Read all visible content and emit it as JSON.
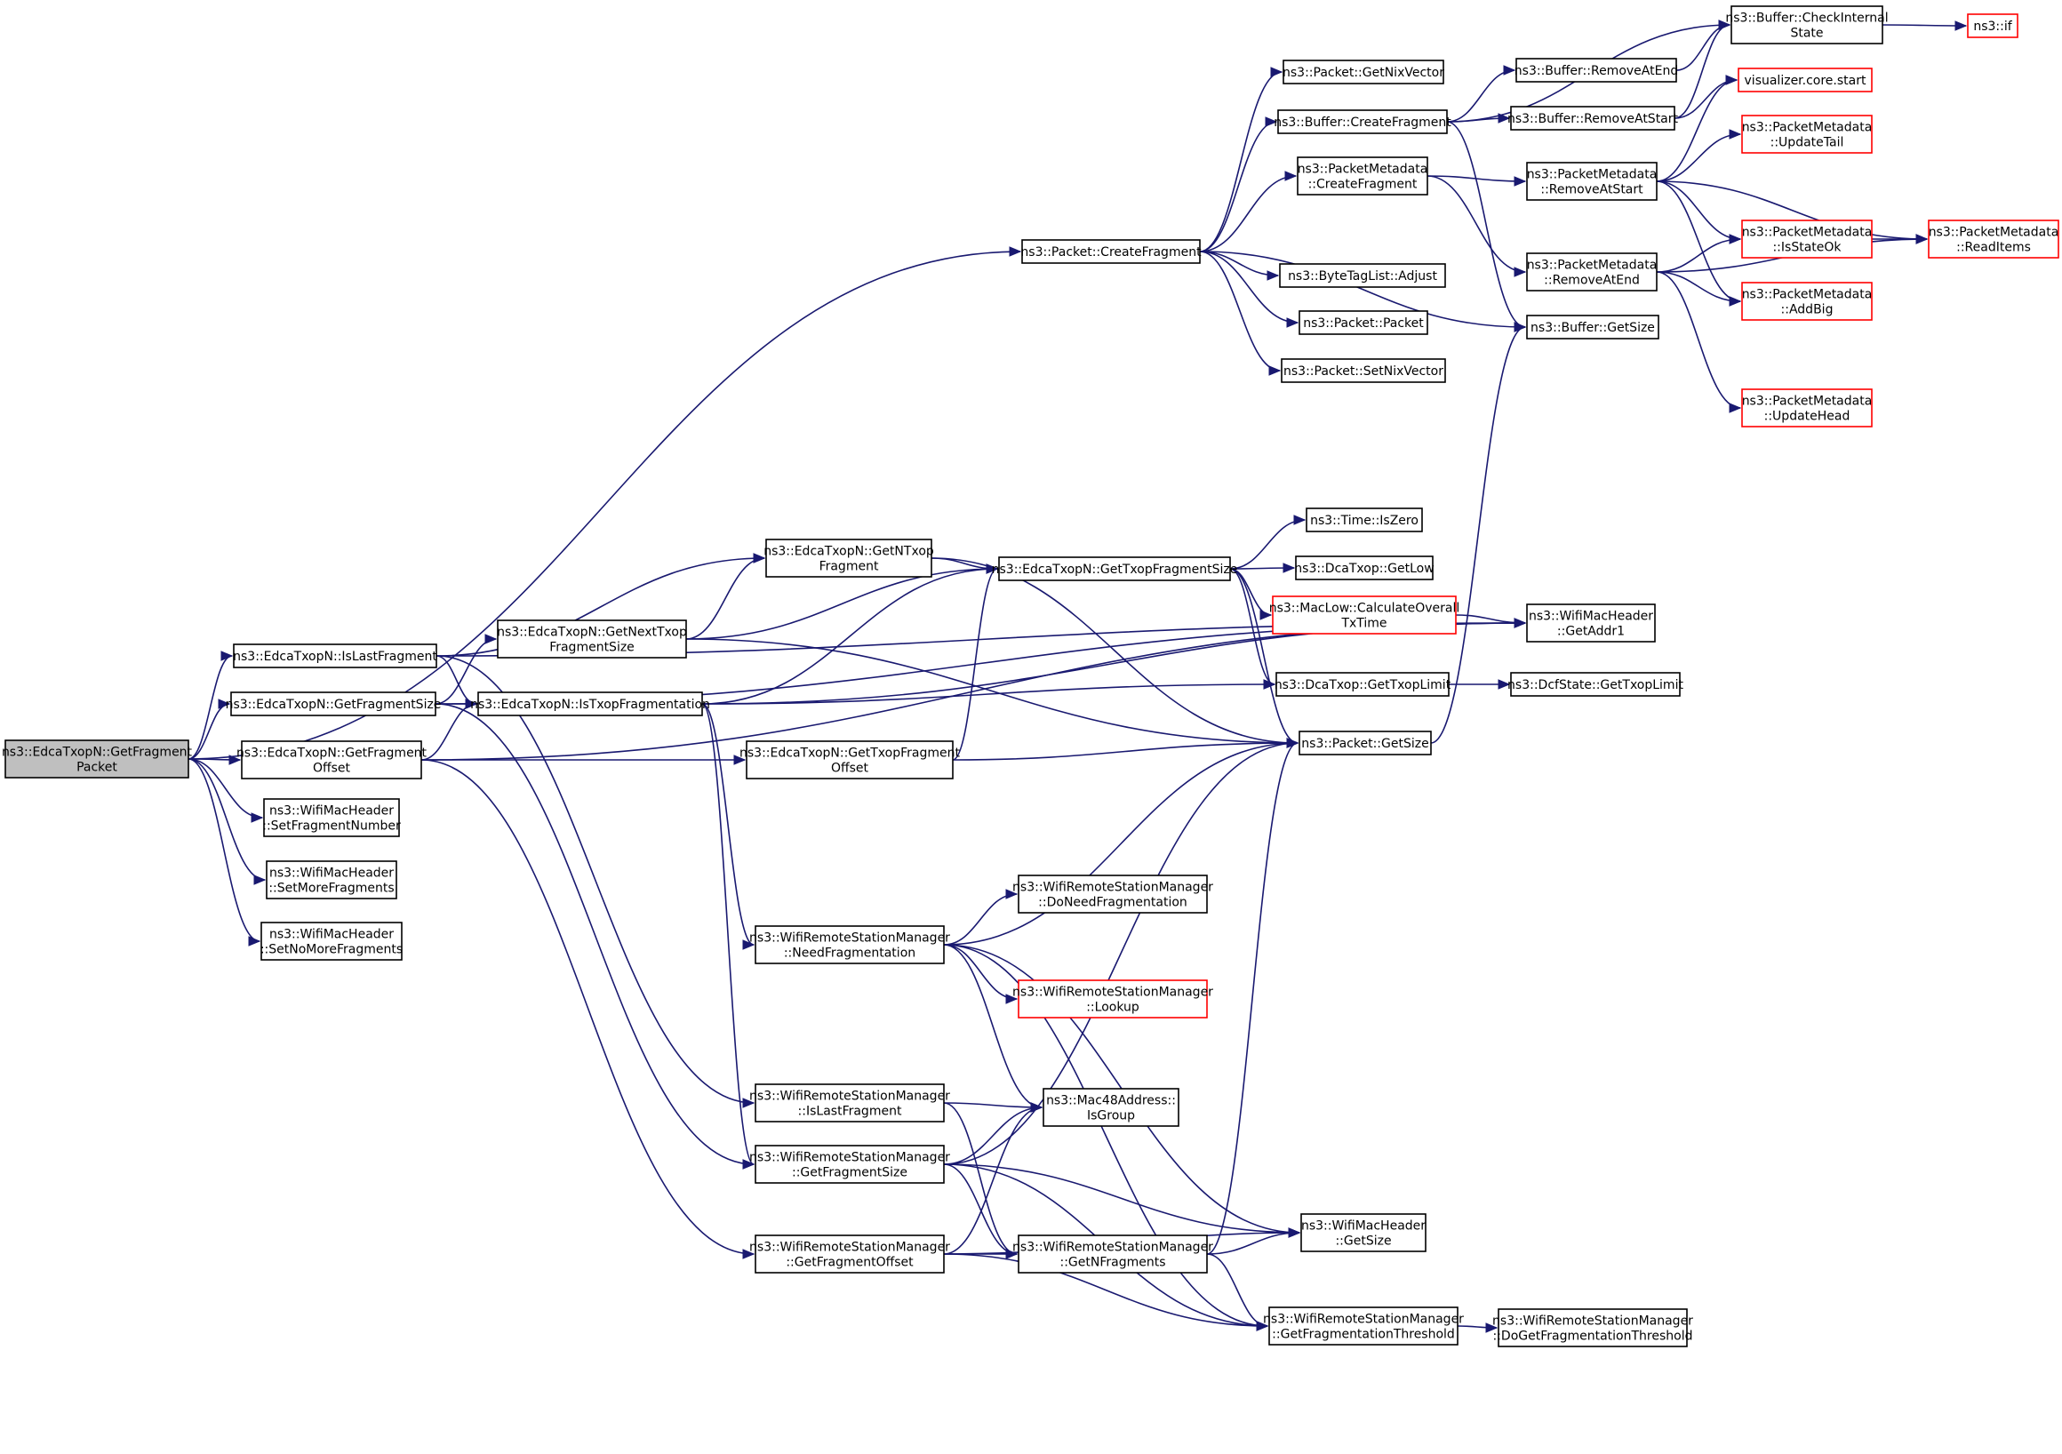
{
  "colors": {
    "edge": "#191970",
    "node_border": "#000000",
    "truncated_border": "#ff0000",
    "root_fill": "#bfbfbf"
  },
  "nodes": {
    "root": {
      "lines": [
        "ns3::EdcaTxopN::GetFragment",
        "Packet"
      ],
      "style": "root"
    },
    "isLastFrag": {
      "lines": [
        "ns3::EdcaTxopN::IsLastFragment"
      ]
    },
    "getFragSize": {
      "lines": [
        "ns3::EdcaTxopN::GetFragmentSize"
      ]
    },
    "getFragOffset": {
      "lines": [
        "ns3::EdcaTxopN::GetFragment",
        "Offset"
      ]
    },
    "setFragNum": {
      "lines": [
        "ns3::WifiMacHeader",
        "::SetFragmentNumber"
      ]
    },
    "setMoreFrag": {
      "lines": [
        "ns3::WifiMacHeader",
        "::SetMoreFragments"
      ]
    },
    "setNoMoreFrag": {
      "lines": [
        "ns3::WifiMacHeader",
        "::SetNoMoreFragments"
      ]
    },
    "pktCreateFrag": {
      "lines": [
        "ns3::Packet::CreateFragment"
      ]
    },
    "getNextTxop": {
      "lines": [
        "ns3::EdcaTxopN::GetNextTxop",
        "FragmentSize"
      ]
    },
    "isTxopFrag": {
      "lines": [
        "ns3::EdcaTxopN::IsTxopFragmentation"
      ]
    },
    "getNTxop": {
      "lines": [
        "ns3::EdcaTxopN::GetNTxop",
        "Fragment"
      ]
    },
    "getTxopFragSize": {
      "lines": [
        "ns3::EdcaTxopN::GetTxopFragmentSize"
      ]
    },
    "getTxopFragOff": {
      "lines": [
        "ns3::EdcaTxopN::GetTxopFragment",
        "Offset"
      ]
    },
    "wrsmNeedFrag": {
      "lines": [
        "ns3::WifiRemoteStationManager",
        "::NeedFragmentation"
      ]
    },
    "wrsmIsLast": {
      "lines": [
        "ns3::WifiRemoteStationManager",
        "::IsLastFragment"
      ]
    },
    "wrsmGetFragSize": {
      "lines": [
        "ns3::WifiRemoteStationManager",
        "::GetFragmentSize"
      ]
    },
    "wrsmGetFragOff": {
      "lines": [
        "ns3::WifiRemoteStationManager",
        "::GetFragmentOffset"
      ]
    },
    "pktGetNix": {
      "lines": [
        "ns3::Packet::GetNixVector"
      ]
    },
    "bufCreateFrag": {
      "lines": [
        "ns3::Buffer::CreateFragment"
      ]
    },
    "pmCreateFrag": {
      "lines": [
        "ns3::PacketMetadata",
        "::CreateFragment"
      ]
    },
    "btlAdjust": {
      "lines": [
        "ns3::ByteTagList::Adjust"
      ]
    },
    "pktPacket": {
      "lines": [
        "ns3::Packet::Packet"
      ]
    },
    "pktSetNix": {
      "lines": [
        "ns3::Packet::SetNixVector"
      ]
    },
    "timeIsZero": {
      "lines": [
        "ns3::Time::IsZero"
      ]
    },
    "dcaGetLow": {
      "lines": [
        "ns3::DcaTxop::GetLow"
      ]
    },
    "macLowCalc": {
      "lines": [
        "ns3::MacLow::CalculateOverall",
        "TxTime"
      ],
      "style": "truncated"
    },
    "dcaGetTxopLimit": {
      "lines": [
        "ns3::DcaTxop::GetTxopLimit"
      ]
    },
    "pktGetSize": {
      "lines": [
        "ns3::Packet::GetSize"
      ]
    },
    "wrsmDoNeed": {
      "lines": [
        "ns3::WifiRemoteStationManager",
        "::DoNeedFragmentation"
      ]
    },
    "wrsmLookup": {
      "lines": [
        "ns3::WifiRemoteStationManager",
        "::Lookup"
      ],
      "style": "truncated"
    },
    "macIsGroup": {
      "lines": [
        "ns3::Mac48Address::",
        "IsGroup"
      ]
    },
    "wrsmGetNFrag": {
      "lines": [
        "ns3::WifiRemoteStationManager",
        "::GetNFragments"
      ]
    },
    "wmhGetSize": {
      "lines": [
        "ns3::WifiMacHeader",
        "::GetSize"
      ]
    },
    "wrsmGetFragThr": {
      "lines": [
        "ns3::WifiRemoteStationManager",
        "::GetFragmentationThreshold"
      ]
    },
    "bufRemoveEnd": {
      "lines": [
        "ns3::Buffer::RemoveAtEnd"
      ]
    },
    "bufRemoveStart": {
      "lines": [
        "ns3::Buffer::RemoveAtStart"
      ]
    },
    "pmRemoveStart": {
      "lines": [
        "ns3::PacketMetadata",
        "::RemoveAtStart"
      ]
    },
    "pmRemoveEnd": {
      "lines": [
        "ns3::PacketMetadata",
        "::RemoveAtEnd"
      ]
    },
    "bufGetSize": {
      "lines": [
        "ns3::Buffer::GetSize"
      ]
    },
    "wmhGetAddr1": {
      "lines": [
        "ns3::WifiMacHeader",
        "::GetAddr1"
      ]
    },
    "dcfGetTxop": {
      "lines": [
        "ns3::DcfState::GetTxopLimit"
      ]
    },
    "wrsmDoGetThr": {
      "lines": [
        "ns3::WifiRemoteStationManager",
        "::DoGetFragmentationThreshold"
      ]
    },
    "bufCheck": {
      "lines": [
        "ns3::Buffer::CheckInternal",
        "State"
      ]
    },
    "vizStart": {
      "lines": [
        "visualizer.core.start"
      ],
      "style": "truncated"
    },
    "pmUpdateTail": {
      "lines": [
        "ns3::PacketMetadata",
        "::UpdateTail"
      ],
      "style": "truncated"
    },
    "pmIsStateOk": {
      "lines": [
        "ns3::PacketMetadata",
        "::IsStateOk"
      ],
      "style": "truncated"
    },
    "pmAddBig": {
      "lines": [
        "ns3::PacketMetadata",
        "::AddBig"
      ],
      "style": "truncated"
    },
    "pmUpdateHead": {
      "lines": [
        "ns3::PacketMetadata",
        "::UpdateHead"
      ],
      "style": "truncated"
    },
    "nsIf": {
      "lines": [
        "ns3::if"
      ],
      "style": "truncated"
    },
    "pmReadItems": {
      "lines": [
        "ns3::PacketMetadata",
        "::ReadItems"
      ],
      "style": "truncated"
    }
  },
  "edges": [
    [
      "root",
      "pktCreateFrag"
    ],
    [
      "root",
      "isLastFrag"
    ],
    [
      "root",
      "getFragSize"
    ],
    [
      "root",
      "getFragOffset"
    ],
    [
      "root",
      "setFragNum"
    ],
    [
      "root",
      "setMoreFrag"
    ],
    [
      "root",
      "setNoMoreFrag"
    ],
    [
      "isLastFrag",
      "getNTxop"
    ],
    [
      "isLastFrag",
      "isTxopFrag"
    ],
    [
      "isLastFrag",
      "wrsmIsLast"
    ],
    [
      "isLastFrag",
      "wmhGetAddr1"
    ],
    [
      "getFragSize",
      "getNextTxop"
    ],
    [
      "getFragSize",
      "isTxopFrag"
    ],
    [
      "getFragSize",
      "wrsmGetFragSize"
    ],
    [
      "getFragSize",
      "wmhGetAddr1"
    ],
    [
      "getFragOffset",
      "isTxopFrag"
    ],
    [
      "getFragOffset",
      "getTxopFragOff"
    ],
    [
      "getFragOffset",
      "wrsmGetFragOff"
    ],
    [
      "getFragOffset",
      "wmhGetAddr1"
    ],
    [
      "getNextTxop",
      "getNTxop"
    ],
    [
      "getNextTxop",
      "getTxopFragSize"
    ],
    [
      "getNextTxop",
      "pktGetSize"
    ],
    [
      "getNTxop",
      "getTxopFragSize"
    ],
    [
      "getNTxop",
      "pktGetSize"
    ],
    [
      "isTxopFrag",
      "getTxopFragSize"
    ],
    [
      "isTxopFrag",
      "dcaGetTxopLimit"
    ],
    [
      "isTxopFrag",
      "wrsmNeedFrag"
    ],
    [
      "isTxopFrag",
      "wrsmGetFragSize"
    ],
    [
      "isTxopFrag",
      "wmhGetAddr1"
    ],
    [
      "getTxopFragOff",
      "getTxopFragSize"
    ],
    [
      "getTxopFragOff",
      "pktGetSize"
    ],
    [
      "getTxopFragSize",
      "timeIsZero"
    ],
    [
      "getTxopFragSize",
      "dcaGetLow"
    ],
    [
      "getTxopFragSize",
      "macLowCalc"
    ],
    [
      "getTxopFragSize",
      "dcaGetTxopLimit"
    ],
    [
      "getTxopFragSize",
      "pktGetSize"
    ],
    [
      "macLowCalc",
      "wmhGetAddr1"
    ],
    [
      "dcaGetTxopLimit",
      "dcfGetTxop"
    ],
    [
      "pktGetSize",
      "bufGetSize"
    ],
    [
      "pktCreateFrag",
      "pktGetNix"
    ],
    [
      "pktCreateFrag",
      "bufCreateFrag"
    ],
    [
      "pktCreateFrag",
      "pmCreateFrag"
    ],
    [
      "pktCreateFrag",
      "btlAdjust"
    ],
    [
      "pktCreateFrag",
      "pktPacket"
    ],
    [
      "pktCreateFrag",
      "pktSetNix"
    ],
    [
      "pktCreateFrag",
      "bufGetSize"
    ],
    [
      "bufCreateFrag",
      "bufCheck"
    ],
    [
      "bufCreateFrag",
      "bufRemoveEnd"
    ],
    [
      "bufCreateFrag",
      "bufRemoveStart"
    ],
    [
      "bufCreateFrag",
      "bufGetSize"
    ],
    [
      "bufRemoveEnd",
      "bufCheck"
    ],
    [
      "bufRemoveStart",
      "bufCheck"
    ],
    [
      "bufRemoveStart",
      "vizStart"
    ],
    [
      "pmCreateFrag",
      "pmRemoveStart"
    ],
    [
      "pmCreateFrag",
      "pmRemoveEnd"
    ],
    [
      "pmRemoveStart",
      "vizStart"
    ],
    [
      "pmRemoveStart",
      "pmUpdateTail"
    ],
    [
      "pmRemoveStart",
      "pmIsStateOk"
    ],
    [
      "pmRemoveStart",
      "pmAddBig"
    ],
    [
      "pmRemoveStart",
      "pmReadItems"
    ],
    [
      "pmRemoveEnd",
      "pmIsStateOk"
    ],
    [
      "pmRemoveEnd",
      "pmAddBig"
    ],
    [
      "pmRemoveEnd",
      "pmUpdateHead"
    ],
    [
      "pmRemoveEnd",
      "pmReadItems"
    ],
    [
      "pmIsStateOk",
      "pmReadItems"
    ],
    [
      "bufCheck",
      "nsIf"
    ],
    [
      "wrsmNeedFrag",
      "pktGetSize"
    ],
    [
      "wrsmNeedFrag",
      "wrsmDoNeed"
    ],
    [
      "wrsmNeedFrag",
      "wrsmLookup"
    ],
    [
      "wrsmNeedFrag",
      "macIsGroup"
    ],
    [
      "wrsmNeedFrag",
      "wmhGetSize"
    ],
    [
      "wrsmNeedFrag",
      "wrsmGetFragThr"
    ],
    [
      "wrsmIsLast",
      "macIsGroup"
    ],
    [
      "wrsmIsLast",
      "wrsmGetNFrag"
    ],
    [
      "wrsmGetFragSize",
      "macIsGroup"
    ],
    [
      "wrsmGetFragSize",
      "pktGetSize"
    ],
    [
      "wrsmGetFragSize",
      "wrsmGetNFrag"
    ],
    [
      "wrsmGetFragSize",
      "wmhGetSize"
    ],
    [
      "wrsmGetFragSize",
      "wrsmGetFragThr"
    ],
    [
      "wrsmGetFragOff",
      "macIsGroup"
    ],
    [
      "wrsmGetFragOff",
      "wrsmGetNFrag"
    ],
    [
      "wrsmGetFragOff",
      "wmhGetSize"
    ],
    [
      "wrsmGetFragOff",
      "wrsmGetFragThr"
    ],
    [
      "wrsmGetNFrag",
      "pktGetSize"
    ],
    [
      "wrsmGetNFrag",
      "wmhGetSize"
    ],
    [
      "wrsmGetNFrag",
      "wrsmGetFragThr"
    ],
    [
      "wrsmGetFragThr",
      "wrsmDoGetThr"
    ]
  ]
}
